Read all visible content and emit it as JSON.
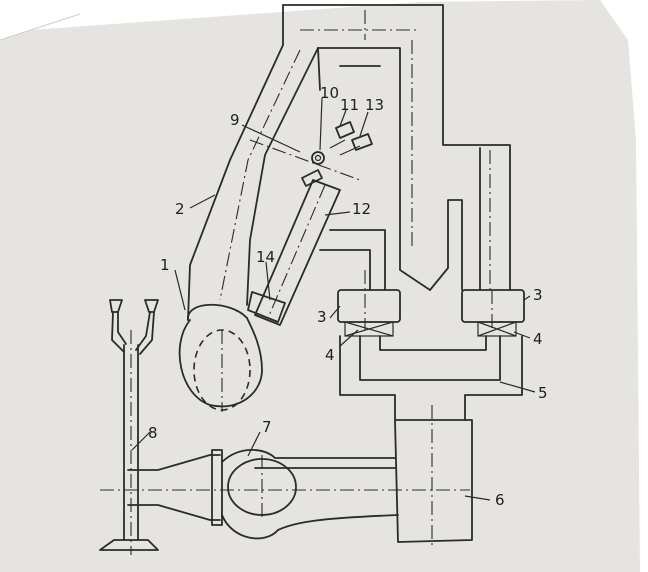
{
  "labels": {
    "l1": "1",
    "l2": "2",
    "l3a": "3",
    "l3b": "3",
    "l4a": "4",
    "l4b": "4",
    "l5": "5",
    "l6": "6",
    "l7": "7",
    "l8": "8",
    "l9": "9",
    "l10": "10",
    "l11": "11",
    "l12": "12",
    "l13": "13",
    "l14": "14"
  }
}
